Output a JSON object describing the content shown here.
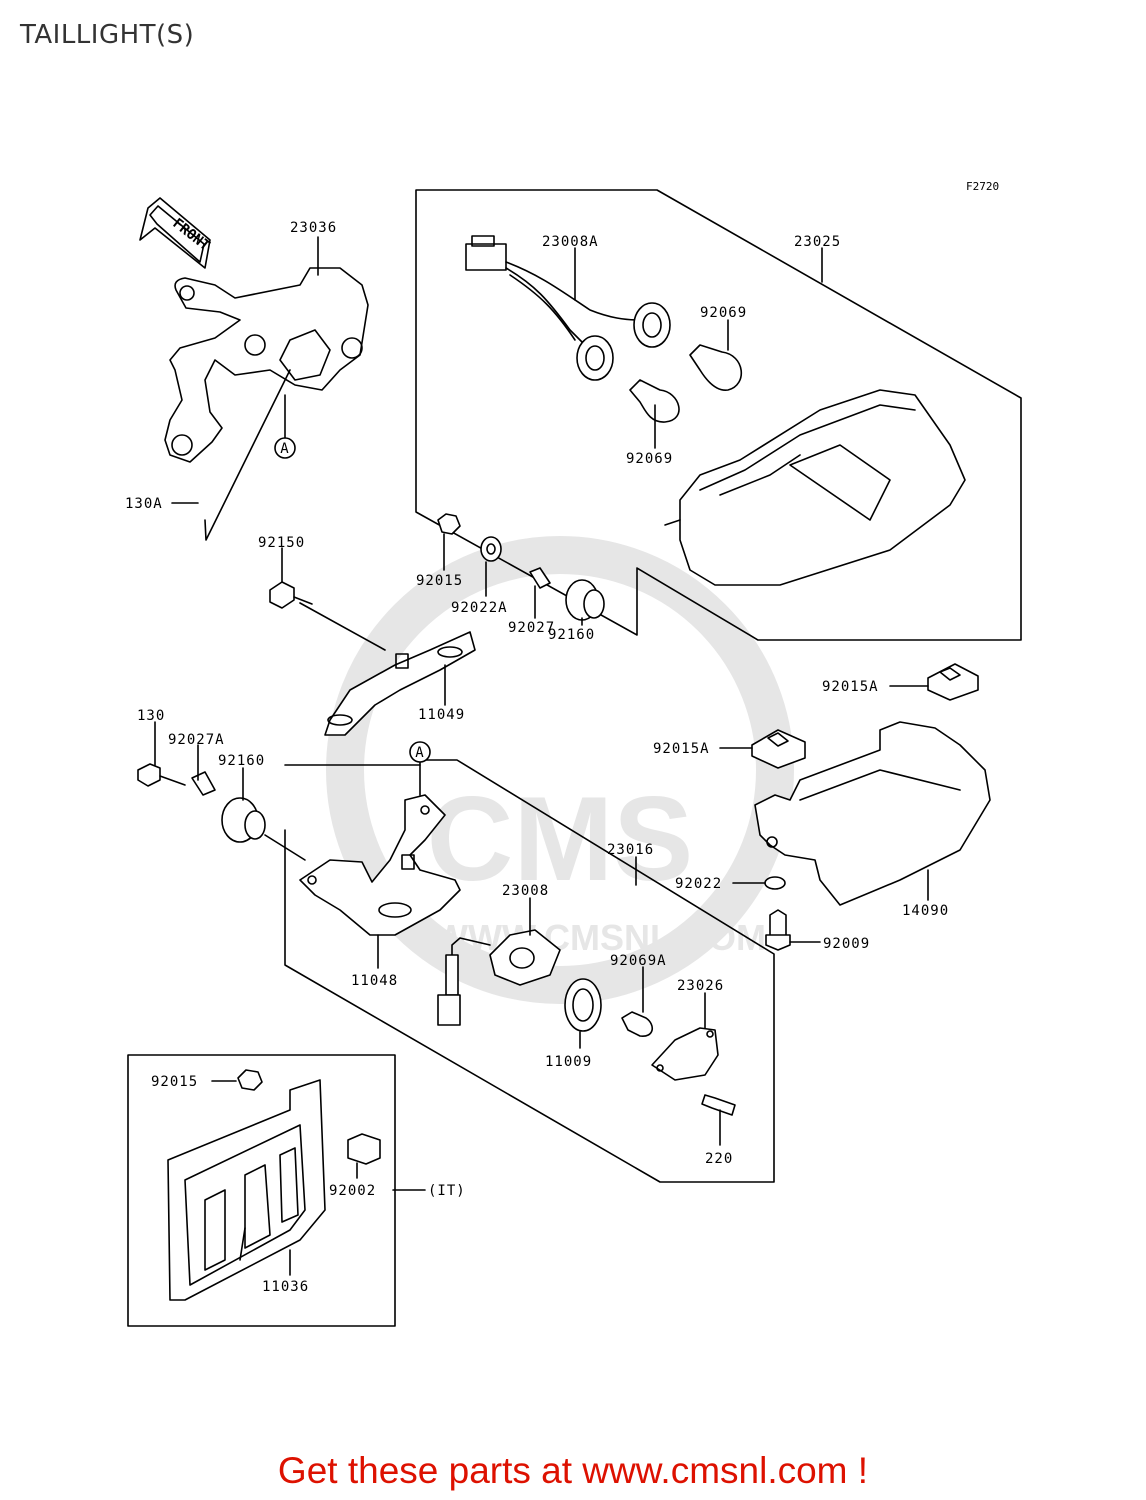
{
  "title": "TAILLIGHT(S)",
  "figure_code": "F2720",
  "front_arrow_label": "FRONT",
  "footer_text": "Get these parts at www.cmsnl.com !",
  "watermark_text": "CMS",
  "watermark_url": "WWW.CMSNL.COM",
  "colors": {
    "footer": "#dd1100",
    "lines": "#000000",
    "watermark": "#e6e6e6"
  },
  "parts": [
    {
      "key": "p23036",
      "number": "23036"
    },
    {
      "key": "p23008A",
      "number": "23008A"
    },
    {
      "key": "p23025",
      "number": "23025"
    },
    {
      "key": "p92069_top",
      "number": "92069"
    },
    {
      "key": "p92069_bottom",
      "number": "92069"
    },
    {
      "key": "p130A",
      "number": "130A"
    },
    {
      "key": "p92150",
      "number": "92150"
    },
    {
      "key": "p92015_mid",
      "number": "92015"
    },
    {
      "key": "p92022A",
      "number": "92022A"
    },
    {
      "key": "p92027",
      "number": "92027"
    },
    {
      "key": "p92160_right",
      "number": "92160"
    },
    {
      "key": "p11049",
      "number": "11049"
    },
    {
      "key": "p92015A_top",
      "number": "92015A"
    },
    {
      "key": "p92015A_mid",
      "number": "92015A"
    },
    {
      "key": "p130",
      "number": "130"
    },
    {
      "key": "p92027A",
      "number": "92027A"
    },
    {
      "key": "p92160_left",
      "number": "92160"
    },
    {
      "key": "p23016",
      "number": "23016"
    },
    {
      "key": "p23008",
      "number": "23008"
    },
    {
      "key": "p92022",
      "number": "92022"
    },
    {
      "key": "p14090",
      "number": "14090"
    },
    {
      "key": "p92009",
      "number": "92009"
    },
    {
      "key": "p11048",
      "number": "11048"
    },
    {
      "key": "p92069A",
      "number": "92069A"
    },
    {
      "key": "p23026",
      "number": "23026"
    },
    {
      "key": "p11009",
      "number": "11009"
    },
    {
      "key": "p220",
      "number": "220"
    },
    {
      "key": "p92015_low",
      "number": "92015"
    },
    {
      "key": "p92002",
      "number": "92002"
    },
    {
      "key": "p11036",
      "number": "11036"
    }
  ],
  "ref_marks": [
    {
      "key": "refA_top",
      "letter": "A"
    },
    {
      "key": "refA_mid",
      "letter": "A"
    }
  ],
  "market_code": "(IT)"
}
